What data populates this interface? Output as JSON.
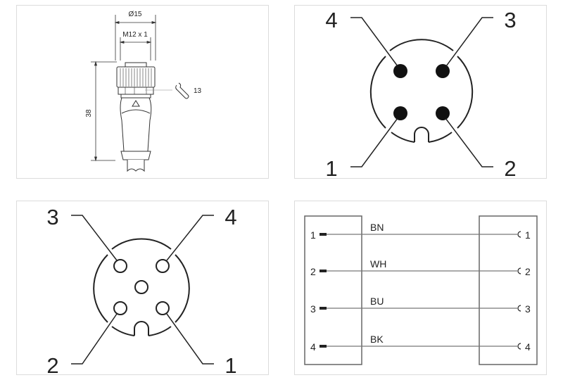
{
  "panels": {
    "dimension_drawing": {
      "name": "connector-dimension-drawing",
      "diameter_label": "Ø15",
      "thread_label": "M12 x 1",
      "length_label": "38",
      "wrench_size_label": "13",
      "wrench_icon": "wrench-icon",
      "alignment_mark_icon": "triangle-icon"
    },
    "male_pinout": {
      "name": "male-connector-pinout-4pin",
      "pin_style": "filled",
      "pins": [
        {
          "label": "4",
          "position": "top-left"
        },
        {
          "label": "3",
          "position": "top-right"
        },
        {
          "label": "1",
          "position": "bottom-left"
        },
        {
          "label": "2",
          "position": "bottom-right"
        }
      ]
    },
    "female_pinout": {
      "name": "female-connector-pinout-5hole",
      "pin_style": "hollow",
      "pins": [
        {
          "label": "3",
          "position": "top-left"
        },
        {
          "label": "4",
          "position": "top-right"
        },
        {
          "label": "2",
          "position": "bottom-left"
        },
        {
          "label": "1",
          "position": "bottom-right"
        }
      ],
      "center_hole": true
    },
    "wiring_diagram": {
      "name": "wiring-diagram",
      "wires": [
        {
          "left_pin": "1",
          "color_code": "BN",
          "right_pin": "1"
        },
        {
          "left_pin": "2",
          "color_code": "WH",
          "right_pin": "2"
        },
        {
          "left_pin": "3",
          "color_code": "BU",
          "right_pin": "3"
        },
        {
          "left_pin": "4",
          "color_code": "BK",
          "right_pin": "4"
        }
      ]
    }
  },
  "colors": {
    "line": "#222222",
    "panel_border": "#dcdcdc",
    "wire": "#777777"
  }
}
